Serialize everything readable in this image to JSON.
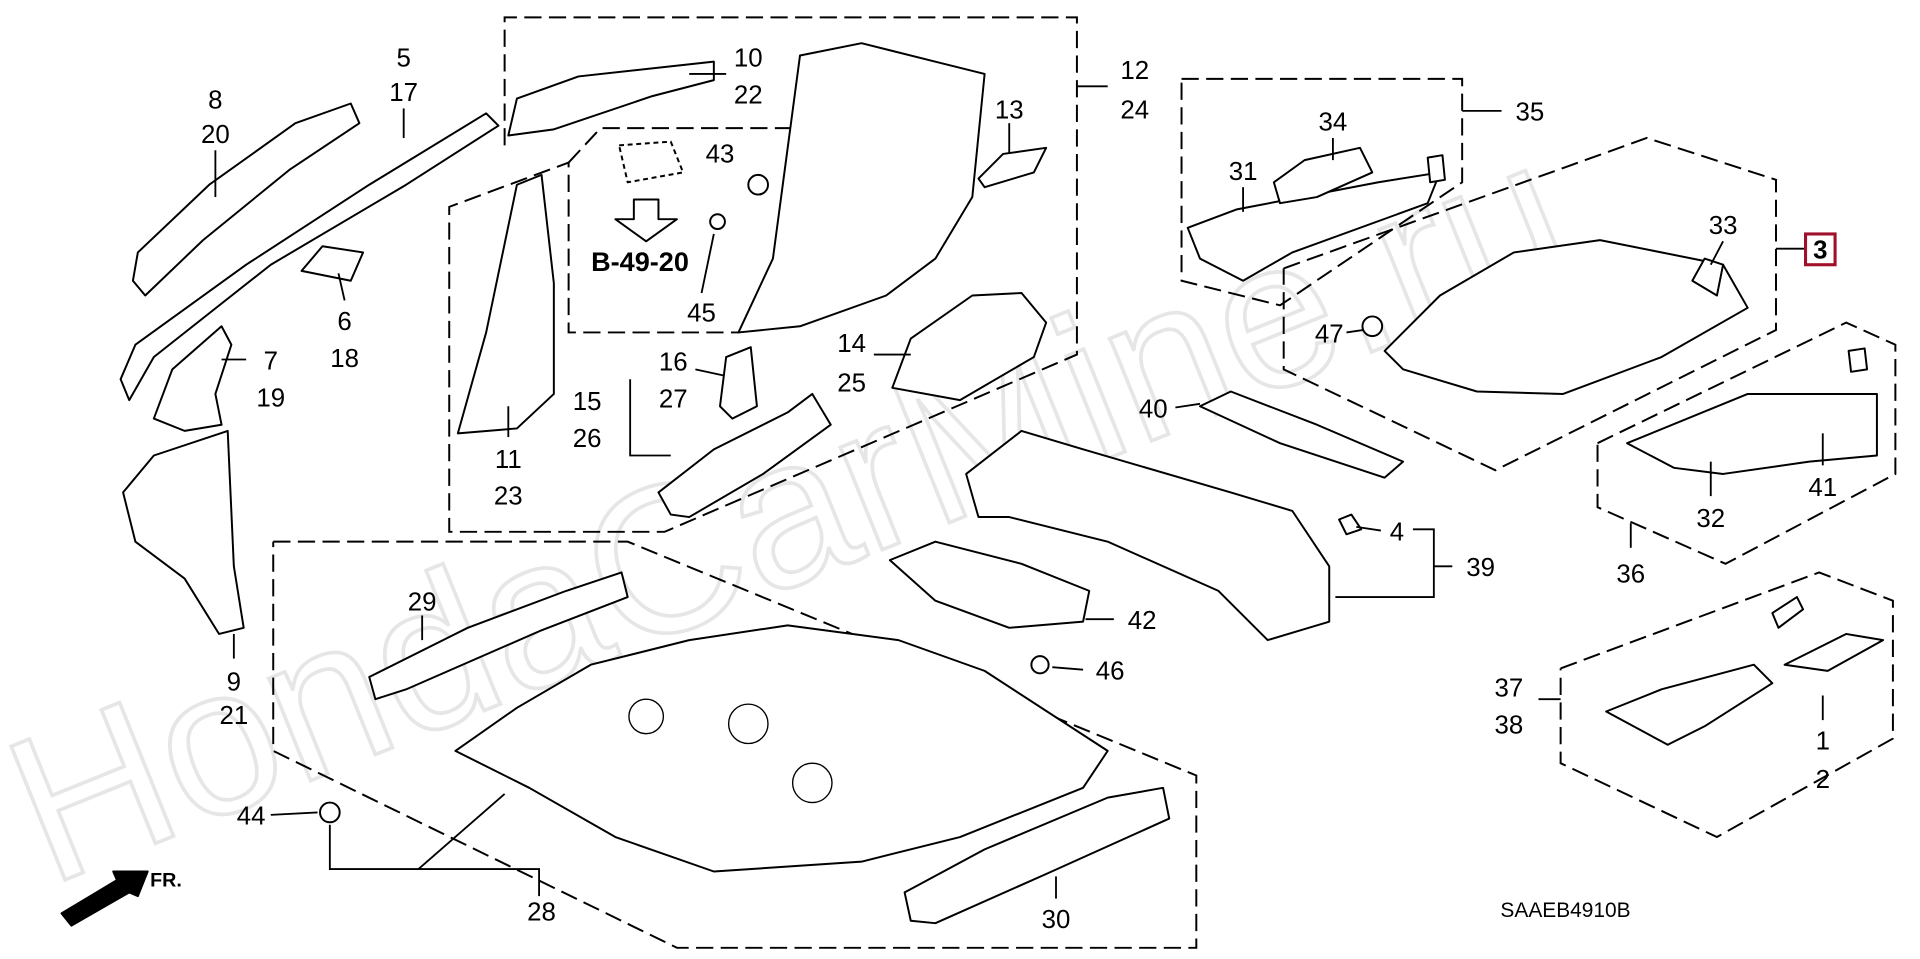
{
  "diagram_code": "SAAEB4910B",
  "reference": "B-49-20",
  "highlighted_part": "3",
  "highlight_color": "#a0102a",
  "direction_label": "FR.",
  "watermark": "HondaCarMine.ru",
  "callouts": [
    {
      "id": "c8",
      "lines": [
        "8",
        "20"
      ]
    },
    {
      "id": "c5",
      "lines": [
        "5",
        "17"
      ]
    },
    {
      "id": "c10",
      "lines": [
        "10",
        "22"
      ]
    },
    {
      "id": "c12",
      "lines": [
        "12",
        "24"
      ]
    },
    {
      "id": "c13",
      "lines": [
        "13"
      ]
    },
    {
      "id": "c35",
      "lines": [
        "35"
      ]
    },
    {
      "id": "c34",
      "lines": [
        "34"
      ]
    },
    {
      "id": "c43",
      "lines": [
        "43"
      ]
    },
    {
      "id": "c31",
      "lines": [
        "31"
      ]
    },
    {
      "id": "c33",
      "lines": [
        "33"
      ]
    },
    {
      "id": "c6",
      "lines": [
        "6",
        "18"
      ]
    },
    {
      "id": "c7",
      "lines": [
        "7",
        "19"
      ]
    },
    {
      "id": "c45",
      "lines": [
        "45"
      ]
    },
    {
      "id": "c16",
      "lines": [
        "16",
        "27"
      ]
    },
    {
      "id": "c14",
      "lines": [
        "14",
        "25"
      ]
    },
    {
      "id": "c47",
      "lines": [
        "47"
      ]
    },
    {
      "id": "c15",
      "lines": [
        "15",
        "26"
      ]
    },
    {
      "id": "c40",
      "lines": [
        "40"
      ]
    },
    {
      "id": "c11",
      "lines": [
        "11",
        "23"
      ]
    },
    {
      "id": "c41",
      "lines": [
        "41"
      ]
    },
    {
      "id": "c32",
      "lines": [
        "32"
      ]
    },
    {
      "id": "c4",
      "lines": [
        "4"
      ]
    },
    {
      "id": "c39",
      "lines": [
        "39"
      ]
    },
    {
      "id": "c36",
      "lines": [
        "36"
      ]
    },
    {
      "id": "c29",
      "lines": [
        "29"
      ]
    },
    {
      "id": "c42",
      "lines": [
        "42"
      ]
    },
    {
      "id": "c46",
      "lines": [
        "46"
      ]
    },
    {
      "id": "c9",
      "lines": [
        "9",
        "21"
      ]
    },
    {
      "id": "c37",
      "lines": [
        "37",
        "38"
      ]
    },
    {
      "id": "c1",
      "lines": [
        "1",
        "2"
      ]
    },
    {
      "id": "c44",
      "lines": [
        "44"
      ]
    },
    {
      "id": "c28",
      "lines": [
        "28"
      ]
    },
    {
      "id": "c30",
      "lines": [
        "30"
      ]
    }
  ]
}
